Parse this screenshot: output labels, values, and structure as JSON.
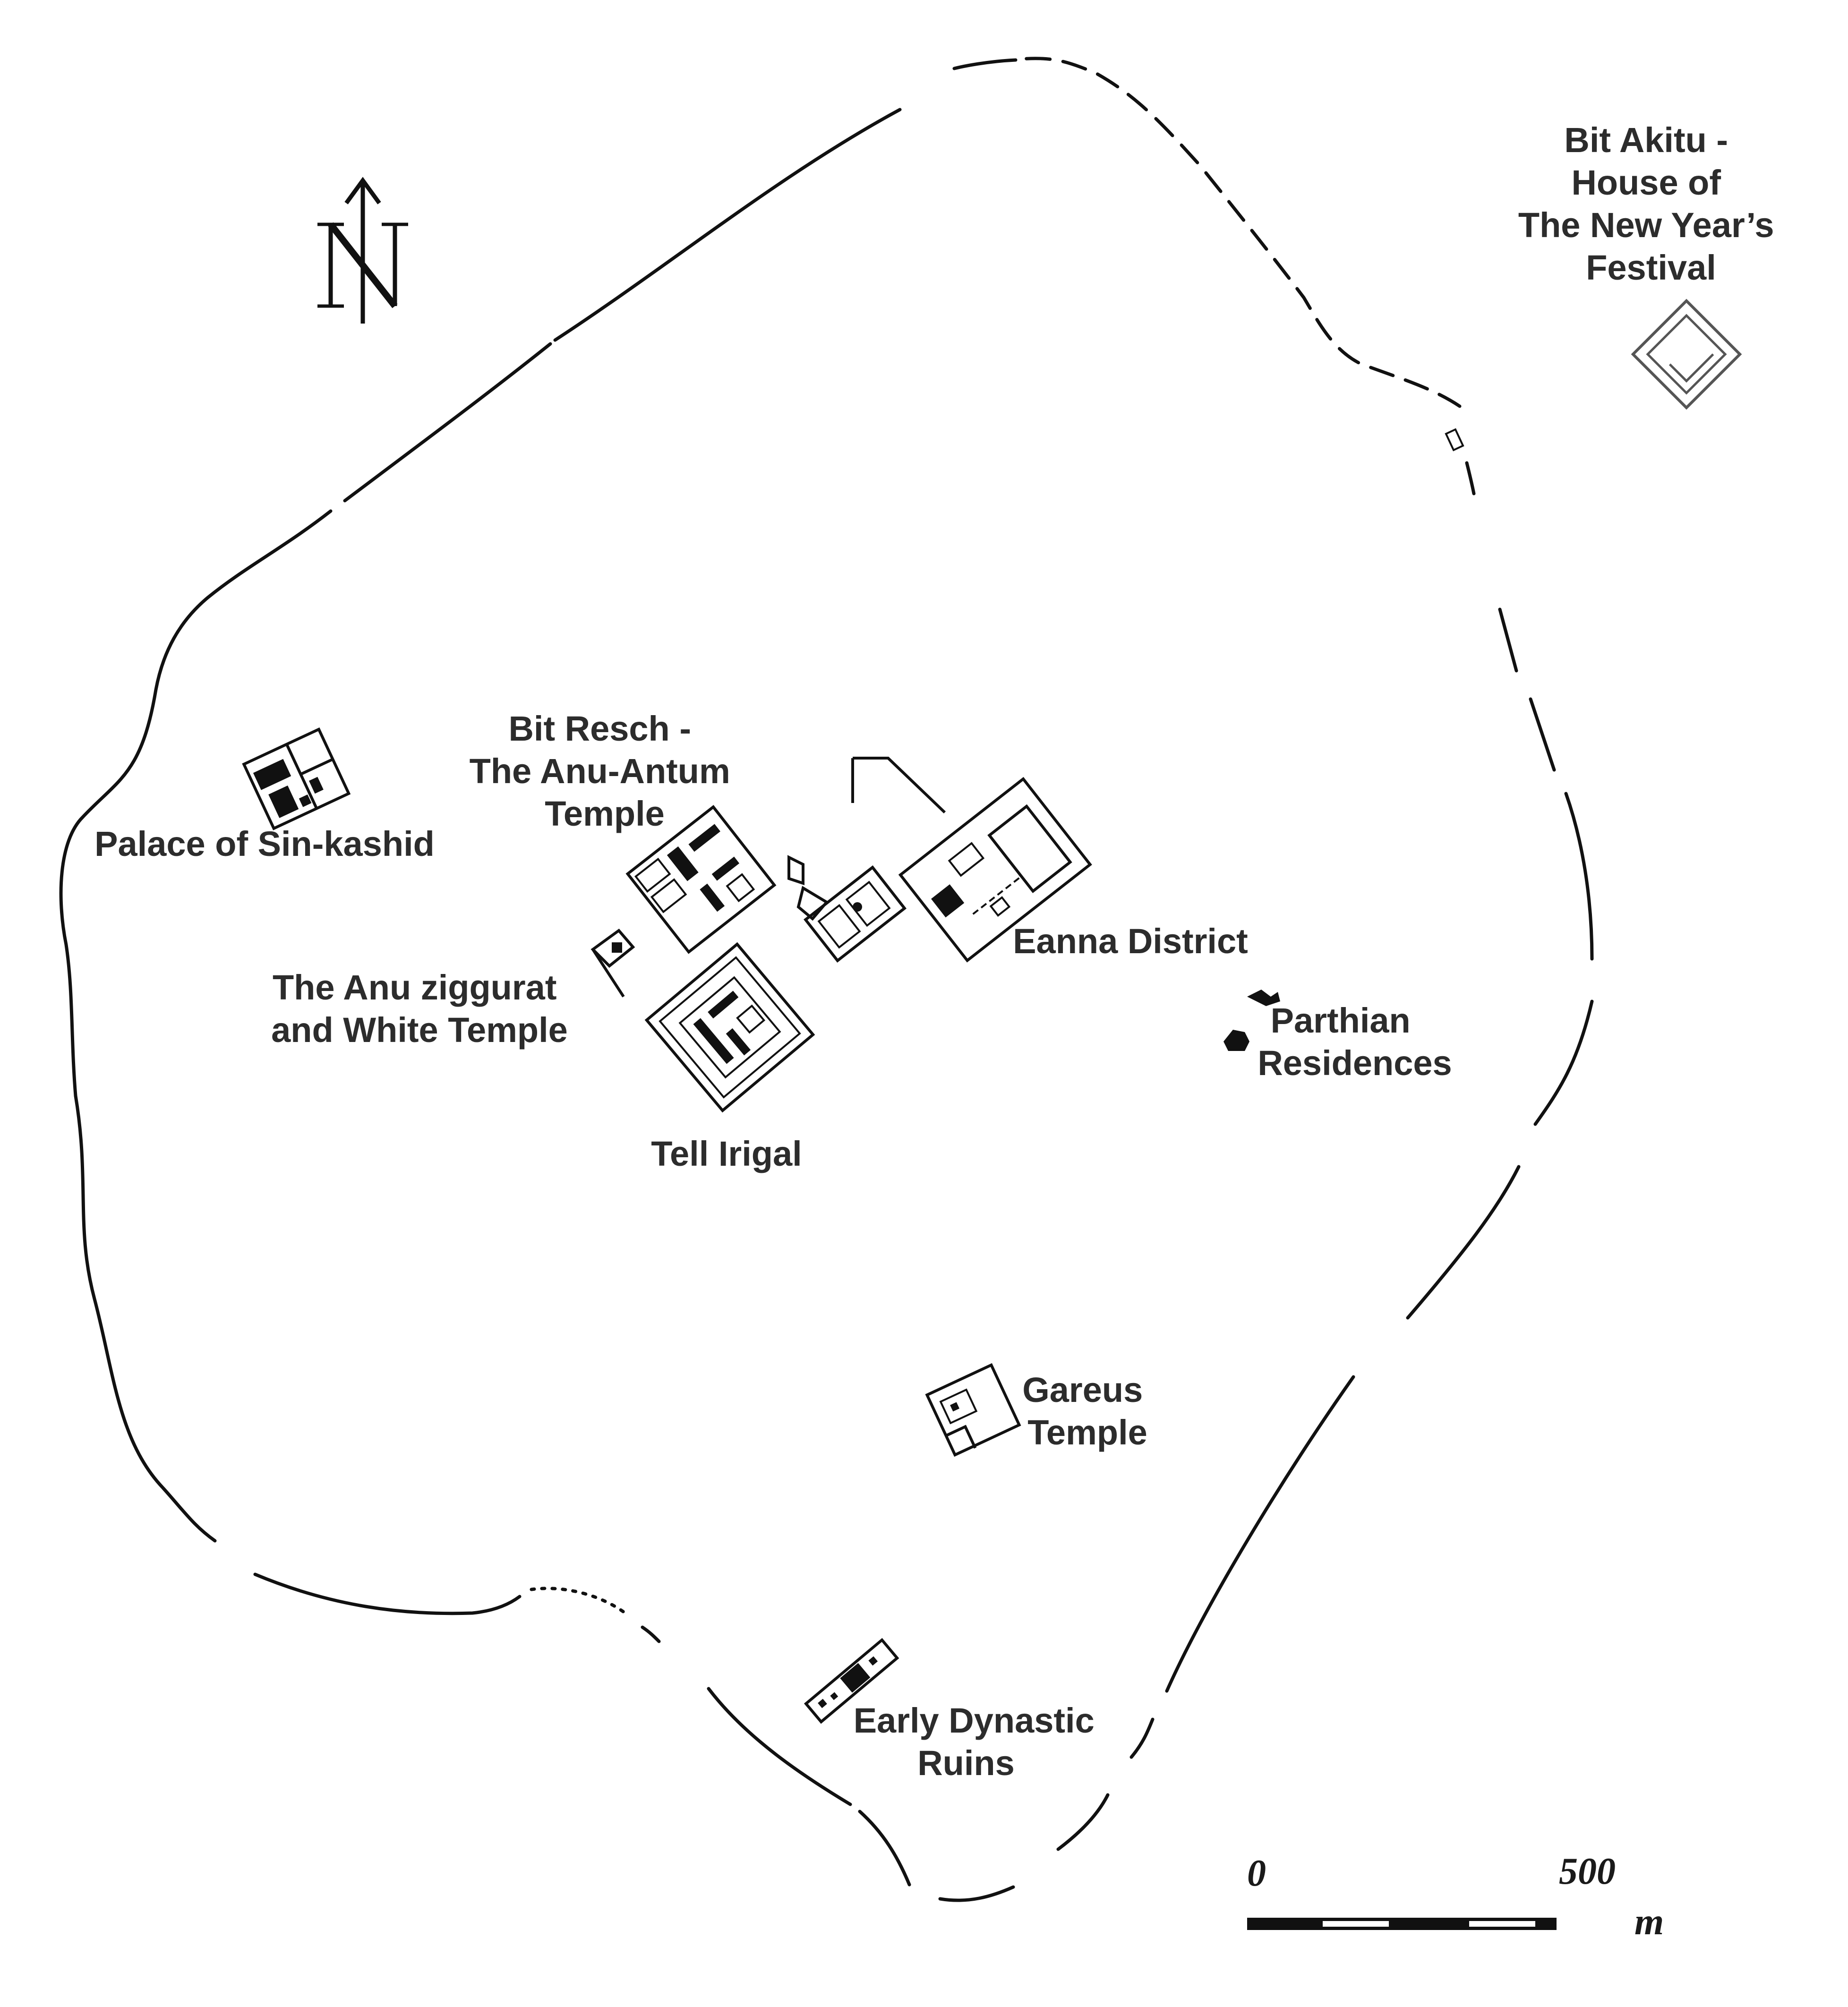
{
  "map": {
    "north_symbol": "N",
    "labels": {
      "bit_akitu": [
        "Bit Akitu -",
        "House of",
        "The New Year’s",
        "Festival"
      ],
      "palace": [
        "Palace of Sin-kashid"
      ],
      "bit_resch": [
        "Bit Resch -",
        "The Anu-Antum",
        "Temple"
      ],
      "anu_ziggurat": [
        "The Anu ziggurat",
        "and White Temple"
      ],
      "eanna": [
        "Eanna District"
      ],
      "parthian": [
        "Parthian",
        "Residences"
      ],
      "tell_irigal": [
        "Tell Irigal"
      ],
      "gareus": [
        "Gareus",
        "Temple"
      ],
      "early_dynastic": [
        "Early Dynastic",
        "Ruins"
      ]
    },
    "scale_bar": {
      "start_label": "0",
      "end_label": "500",
      "unit": "m"
    }
  }
}
